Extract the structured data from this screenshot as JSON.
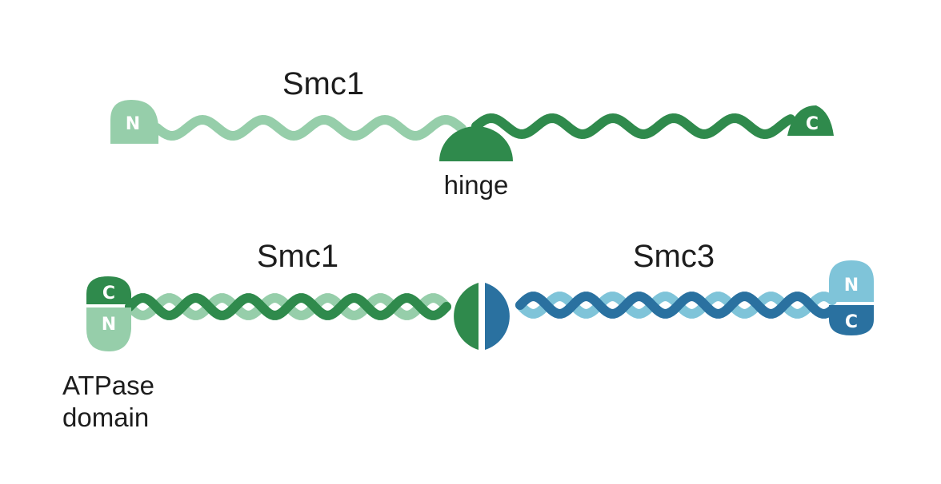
{
  "top": {
    "protein_label": "Smc1",
    "hinge_label": "hinge",
    "n_terminus": "N",
    "c_terminus": "C"
  },
  "bottom": {
    "smc1_label": "Smc1",
    "smc3_label": "Smc3",
    "atpase_line1": "ATPase",
    "atpase_line2": "domain",
    "smc1_c": "C",
    "smc1_n": "N",
    "smc3_n": "N",
    "smc3_c": "C"
  },
  "colors": {
    "light_green": "#96ceaa",
    "dark_green": "#2f8a4c",
    "light_blue": "#7fc4d9",
    "dark_blue": "#2a71a0"
  }
}
